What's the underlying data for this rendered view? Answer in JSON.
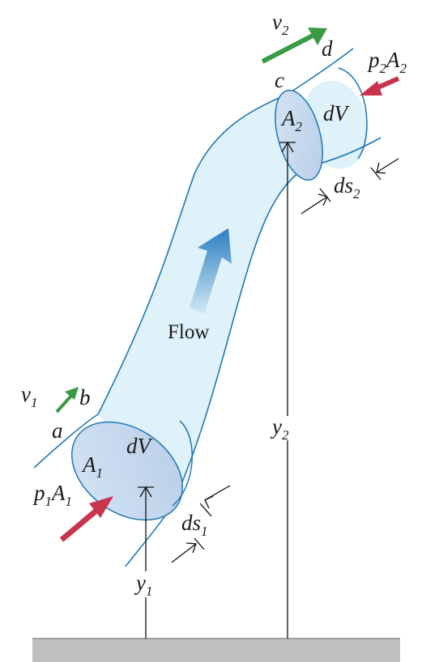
{
  "labels": {
    "v1": "v",
    "v1_sub": "1",
    "v2": "v",
    "v2_sub": "2",
    "a": "a",
    "b": "b",
    "c": "c",
    "d": "d",
    "A1": "A",
    "A1_sub": "1",
    "A2": "A",
    "A2_sub": "2",
    "dV_bottom": "dV",
    "dV_top": "dV",
    "p1A1_p": "p",
    "p1A1_p_sub": "1",
    "p1A1_A": "A",
    "p1A1_A_sub": "1",
    "p2A2_p": "p",
    "p2A2_p_sub": "2",
    "p2A2_A": "A",
    "p2A2_A_sub": "2",
    "ds1": "ds",
    "ds1_sub": "1",
    "ds2": "ds",
    "ds2_sub": "2",
    "y1": "y",
    "y1_sub": "1",
    "y2": "y",
    "y2_sub": "2",
    "flow": "Flow"
  },
  "colors": {
    "tube_fill": "#dff1f9",
    "tube_edge": "#1f78b4",
    "disk_fill": "#c5d8ee",
    "velocity_arrow": "#3a9a45",
    "pressure_arrow": "#c8344d",
    "flow_arrow": "#2d7fc1",
    "ground": "#bfbfbf"
  }
}
